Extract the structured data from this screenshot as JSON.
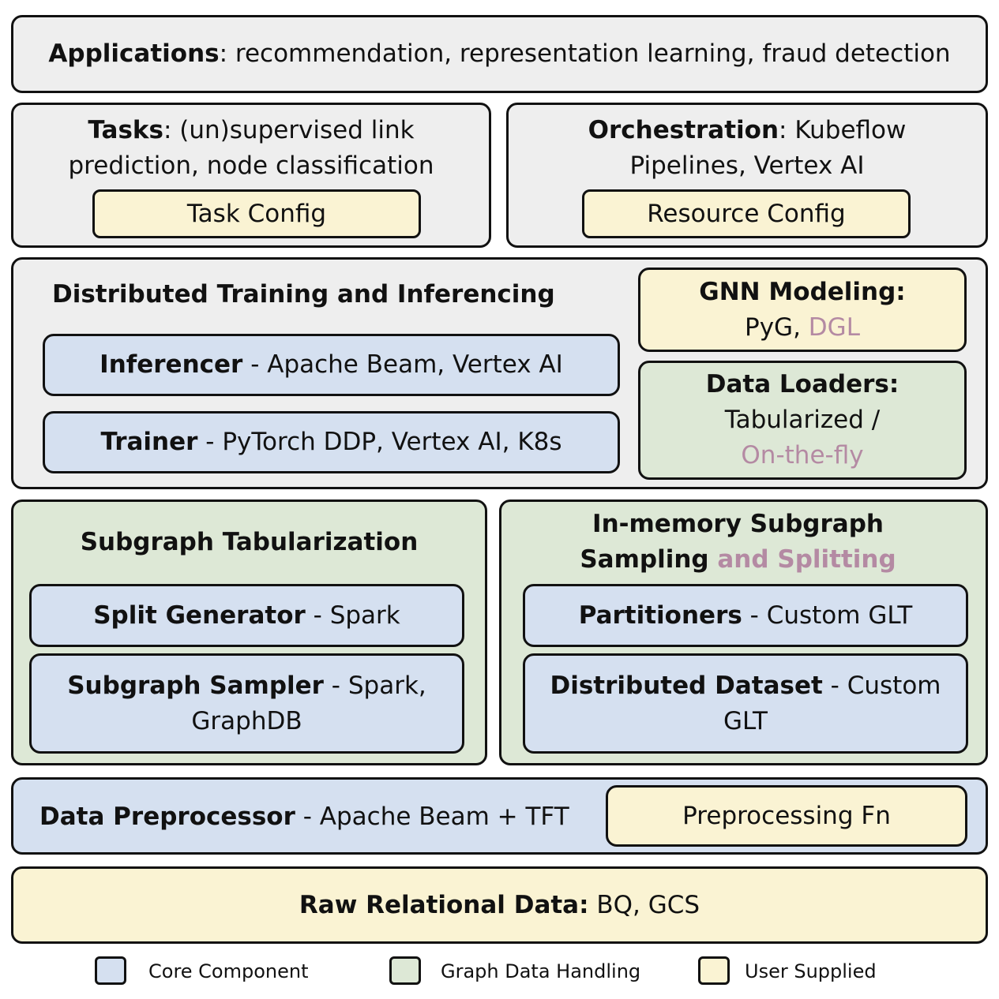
{
  "colors": {
    "core": "#d5e0f0",
    "graph": "#dde8d6",
    "user": "#faf3d3",
    "container": "#eeeeee",
    "accent_text": "#b48aa3"
  },
  "applications": {
    "label": "Applications",
    "text": ": recommendation, representation learning, fraud detection"
  },
  "tasks": {
    "label": "Tasks",
    "text_1": ": (un)supervised link",
    "text_2": "prediction, node classification",
    "config": "Task Config"
  },
  "orchestration": {
    "label": "Orchestration",
    "text_1": ": Kubeflow",
    "text_2": "Pipelines, Vertex AI",
    "config": "Resource Config"
  },
  "training": {
    "title": "Distributed Training and Inferencing",
    "inferencer_label": "Inferencer",
    "inferencer_text": " - Apache Beam, Vertex AI",
    "trainer_label": "Trainer",
    "trainer_text": " - PyTorch DDP, Vertex AI, K8s",
    "gnn_label": "GNN Modeling:",
    "gnn_text": "PyG, ",
    "gnn_accent": "DGL",
    "loaders_label": "Data Loaders:",
    "loaders_text": "Tabularized /",
    "loaders_accent": "On-the-fly"
  },
  "tabularization": {
    "title": "Subgraph Tabularization",
    "split_label": "Split Generator",
    "split_text": " - Spark",
    "sampler_label": "Subgraph Sampler",
    "sampler_text_1": " - Spark,",
    "sampler_text_2": "GraphDB"
  },
  "inmemory": {
    "title_1": "In-memory Subgraph",
    "title_2": "Sampling ",
    "title_accent": "and Splitting",
    "partitioners_label": "Partitioners",
    "partitioners_text": " - Custom GLT",
    "dataset_label": "Distributed Dataset",
    "dataset_text_1": " - Custom",
    "dataset_text_2": "GLT"
  },
  "preprocessor": {
    "label": "Data Preprocessor",
    "text": " - Apache Beam + TFT",
    "fn": "Preprocessing Fn"
  },
  "raw_data": {
    "label": "Raw Relational Data:",
    "text": " BQ, GCS"
  },
  "legend": [
    {
      "label": "Core Component"
    },
    {
      "label": "Graph Data Handling"
    },
    {
      "label": "User Supplied"
    }
  ]
}
